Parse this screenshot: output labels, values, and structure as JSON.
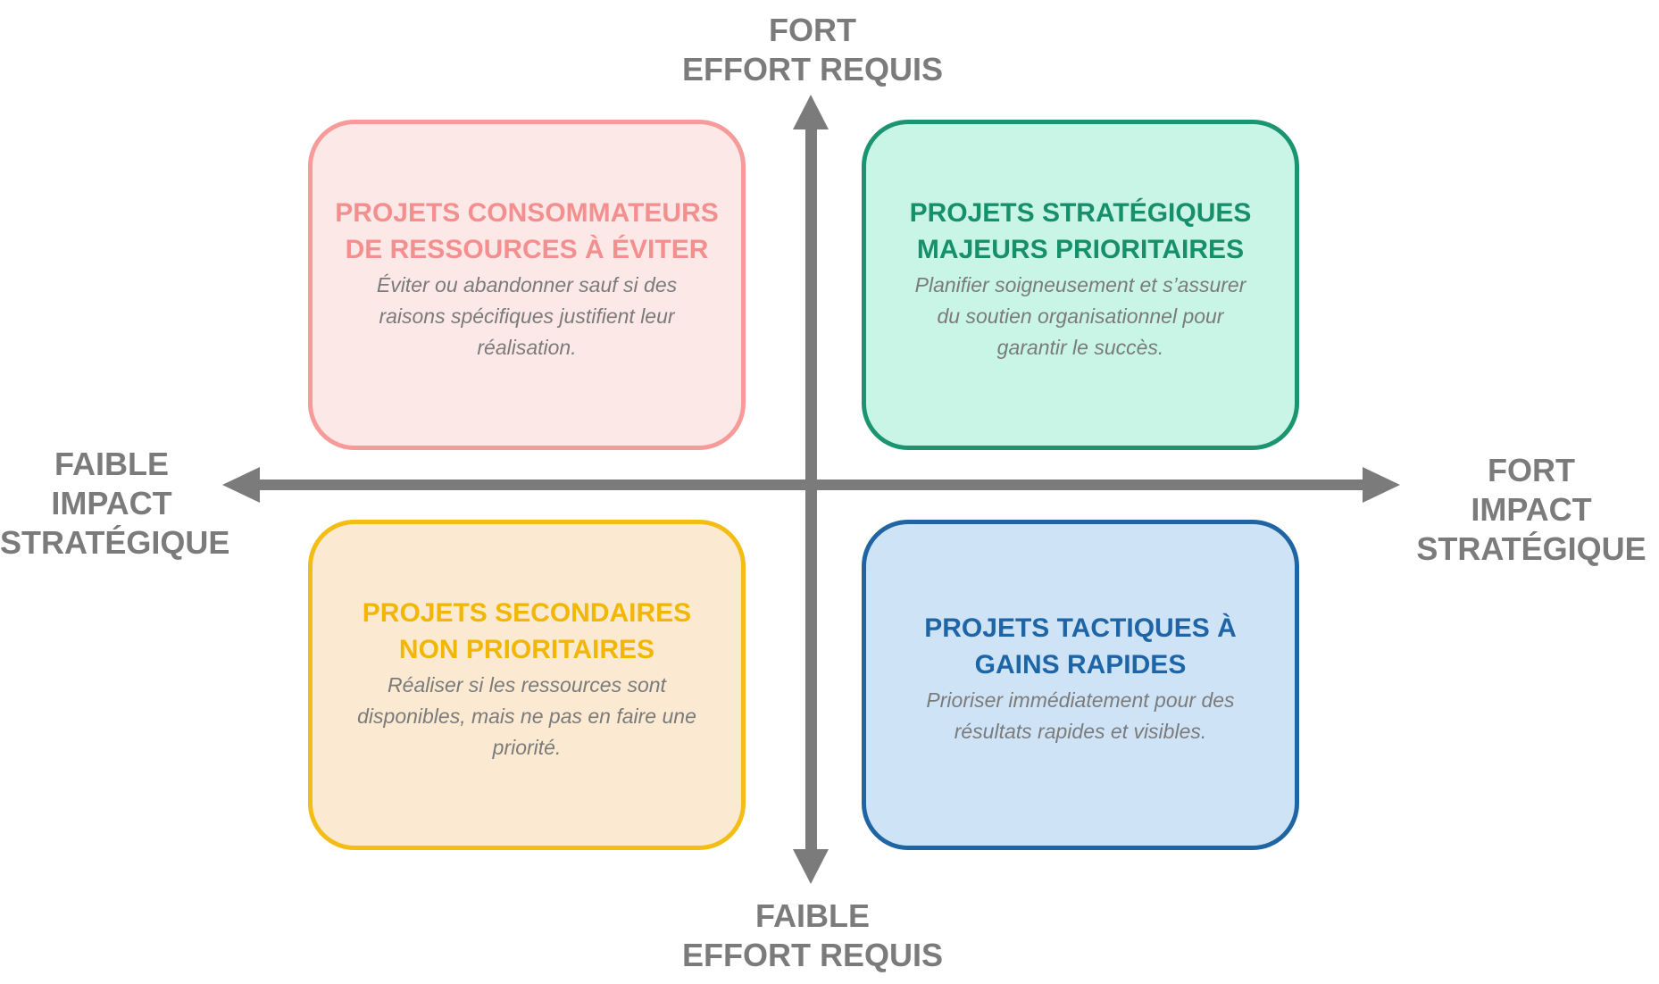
{
  "axes": {
    "top": {
      "line1": "FORT",
      "line2": "EFFORT REQUIS"
    },
    "bottom": {
      "line1": "FAIBLE",
      "line2": "EFFORT REQUIS"
    },
    "left": {
      "line1": "FAIBLE",
      "line2": "IMPACT",
      "line3": "STRATÉGIQUE"
    },
    "right": {
      "line1": "FORT",
      "line2": "IMPACT",
      "line3": "STRATÉGIQUE"
    },
    "color": "#7b7b7b"
  },
  "quadrants": {
    "top_left": {
      "title": [
        "PROJETS CONSOMMATEURS",
        "DE RESSOURCES À ÉVITER"
      ],
      "description": [
        "Éviter ou abandonner sauf si des",
        "raisons spécifiques justifient leur",
        "réalisation."
      ],
      "title_color": "#f48f8f",
      "border_color": "#f69a9a",
      "fill_color": "#fde8e8"
    },
    "top_right": {
      "title": [
        "PROJETS STRATÉGIQUES",
        "MAJEURS PRIORITAIRES"
      ],
      "description": [
        "Planifier soigneusement et s’assurer",
        "du soutien organisationnel pour",
        "garantir le succès."
      ],
      "title_color": "#17906a",
      "border_color": "#1b9470",
      "fill_color": "#c9f5e7"
    },
    "bottom_left": {
      "title": [
        "PROJETS SECONDAIRES",
        "NON PRIORITAIRES"
      ],
      "description": [
        "Réaliser si les ressources sont",
        "disponibles, mais ne pas en faire une",
        "priorité."
      ],
      "title_color": "#f2b705",
      "border_color": "#f3bd16",
      "fill_color": "#fbead1"
    },
    "bottom_right": {
      "title": [
        "PROJETS TACTIQUES À",
        "GAINS RAPIDES"
      ],
      "description": [
        "Prioriser immédiatement pour des",
        "résultats rapides et visibles."
      ],
      "title_color": "#1d65a6",
      "border_color": "#1f65a3",
      "fill_color": "#cfe3f6"
    }
  }
}
